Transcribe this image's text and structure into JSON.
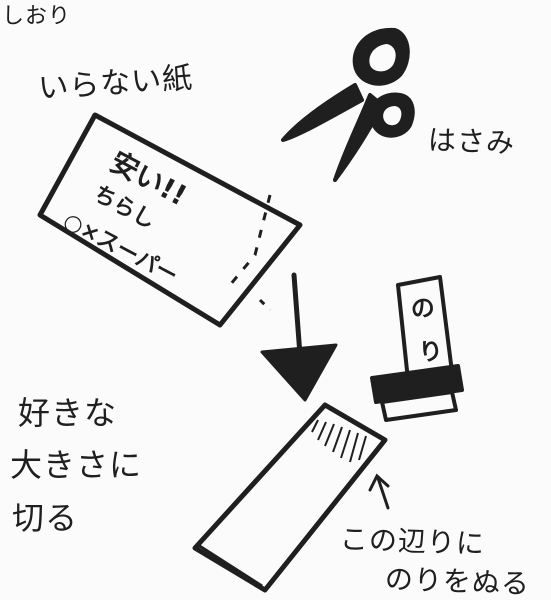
{
  "title": "しおり",
  "labels": {
    "paper": "いらない紙",
    "scissors": "はさみ",
    "cut_line1": "好きな",
    "cut_line2": "大きさに",
    "cut_line3": "切る",
    "glue_here_line1": "この辺りに",
    "glue_here_line2": "のりをぬる"
  },
  "paper_flyer": {
    "line1": "安い!!",
    "line2": "ちらし",
    "line3": "○×スーパー"
  },
  "glue_stick": {
    "label_top": "の",
    "label_bottom": "り"
  },
  "icons": [
    "scissors-icon",
    "paper-flyer-icon",
    "down-arrow-icon",
    "glue-stick-icon",
    "bookmark-icon",
    "pointer-arrow-icon"
  ],
  "colors": {
    "ink": "#1f1f1f",
    "background": "#fbfbfb"
  }
}
